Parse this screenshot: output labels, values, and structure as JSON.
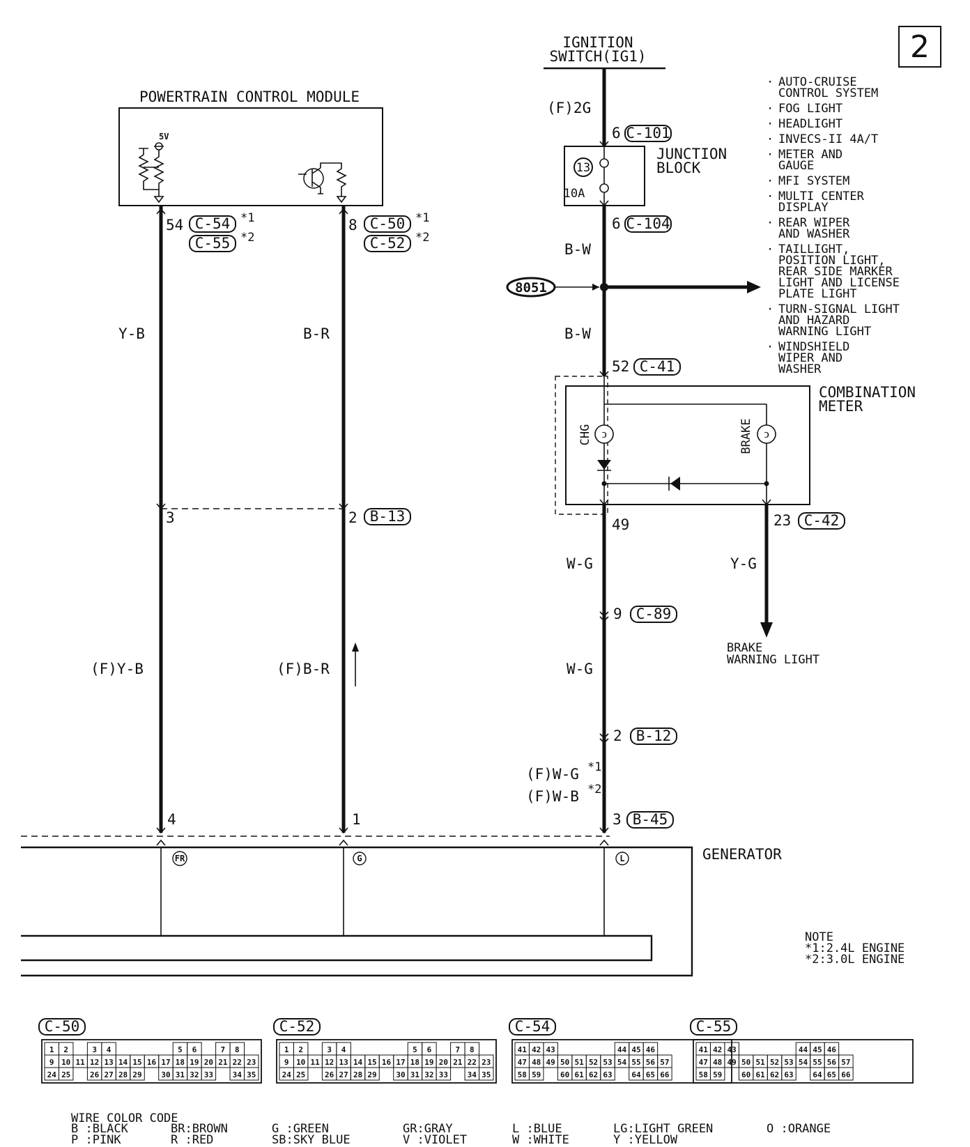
{
  "page_number": "2",
  "ignition": {
    "line1": "IGNITION",
    "line2": "SWITCH(IG1)"
  },
  "pcm": {
    "title": "POWERTRAIN CONTROL MODULE",
    "supply": "5V"
  },
  "junction_block": {
    "line1": "JUNCTION",
    "line2": "BLOCK",
    "fuse_no": "13",
    "fuse_rating": "10A"
  },
  "combination_meter": {
    "line1": "COMBINATION",
    "line2": "METER",
    "lamp_left": "CHG",
    "lamp_right": "BRAKE"
  },
  "generator": {
    "label": "GENERATOR",
    "term_fr": "FR",
    "term_g": "G",
    "term_l": "L"
  },
  "splice": {
    "label": "8051"
  },
  "brake_warning": {
    "line1": "BRAKE",
    "line2": "WARNING LIGHT"
  },
  "systems": [
    [
      "AUTO-CRUISE",
      "CONTROL SYSTEM"
    ],
    [
      "FOG LIGHT"
    ],
    [
      "HEADLIGHT"
    ],
    [
      "INVECS-II 4A/T"
    ],
    [
      "METER AND",
      "GAUGE"
    ],
    [
      "MFI SYSTEM"
    ],
    [
      "MULTI CENTER",
      "DISPLAY"
    ],
    [
      "REAR WIPER",
      "AND WASHER"
    ],
    [
      "TAILLIGHT,",
      "POSITION LIGHT,",
      "REAR SIDE MARKER",
      "LIGHT AND LICENSE",
      "PLATE LIGHT"
    ],
    [
      "TURN-SIGNAL LIGHT",
      "AND HAZARD",
      "WARNING LIGHT"
    ],
    [
      "WINDSHIELD",
      "WIPER AND",
      "WASHER"
    ]
  ],
  "wires": {
    "f2g": "(F)2G",
    "bw1": "B-W",
    "bw2": "B-W",
    "yb": "Y-B",
    "br": "B-R",
    "fyb": "(F)Y-B",
    "fbr": "(F)B-R",
    "wg1": "W-G",
    "wg2": "W-G",
    "yg": "Y-G",
    "fwg": "(F)W-G",
    "fwb": "(F)W-B"
  },
  "superscripts": {
    "s1": "*1",
    "s2": "*2"
  },
  "pins": {
    "p6a": "6",
    "c101": "C-101",
    "p6b": "6",
    "c104": "C-104",
    "p52": "52",
    "c41": "C-41",
    "p49": "49",
    "p23": "23",
    "c42": "C-42",
    "p9": "9",
    "c89": "C-89",
    "p2b": "2",
    "b12": "B-12",
    "p3b": "3",
    "b45": "B-45",
    "p54": "54",
    "c54": "C-54",
    "c55": "C-55",
    "p8": "8",
    "c50": "C-50",
    "c52": "C-52",
    "p3": "3",
    "p2": "2",
    "b13": "B-13",
    "p4": "4",
    "p1": "1"
  },
  "note": {
    "title": "NOTE",
    "line1": "*1:2.4L ENGINE",
    "line2": "*2:3.0L ENGINE"
  },
  "connectors": [
    {
      "id": "C-50",
      "rows": [
        [
          "1",
          "2",
          "",
          "3",
          "4",
          "",
          "",
          "",
          "",
          "5",
          "6",
          "",
          "7",
          "8"
        ],
        [
          "9",
          "10",
          "11",
          "12",
          "13",
          "14",
          "15",
          "16",
          "17",
          "18",
          "19",
          "20",
          "21",
          "22",
          "23"
        ],
        [
          "24",
          "25",
          "",
          "26",
          "27",
          "28",
          "29",
          "",
          "30",
          "31",
          "32",
          "33",
          "",
          "34",
          "35"
        ]
      ]
    },
    {
      "id": "C-52",
      "rows": [
        [
          "1",
          "2",
          "",
          "3",
          "4",
          "",
          "",
          "",
          "",
          "5",
          "6",
          "",
          "7",
          "8"
        ],
        [
          "9",
          "10",
          "11",
          "12",
          "13",
          "14",
          "15",
          "16",
          "17",
          "18",
          "19",
          "20",
          "21",
          "22",
          "23"
        ],
        [
          "24",
          "25",
          "",
          "26",
          "27",
          "28",
          "29",
          "",
          "30",
          "31",
          "32",
          "33",
          "",
          "34",
          "35"
        ]
      ]
    },
    {
      "id": "C-54",
      "rows": [
        [
          "41",
          "42",
          "43",
          "",
          "",
          "",
          "",
          "44",
          "45",
          "46"
        ],
        [
          "47",
          "48",
          "49",
          "50",
          "51",
          "52",
          "53",
          "54",
          "55",
          "56",
          "57"
        ],
        [
          "58",
          "59",
          "",
          "60",
          "61",
          "62",
          "63",
          "",
          "64",
          "65",
          "66"
        ]
      ]
    },
    {
      "id": "C-55",
      "rows": [
        [
          "41",
          "42",
          "43",
          "",
          "",
          "",
          "",
          "44",
          "45",
          "46"
        ],
        [
          "47",
          "48",
          "49",
          "50",
          "51",
          "52",
          "53",
          "54",
          "55",
          "56",
          "57"
        ],
        [
          "58",
          "59",
          "",
          "60",
          "61",
          "62",
          "63",
          "",
          "64",
          "65",
          "66"
        ]
      ]
    }
  ],
  "color_code": {
    "title": "WIRE COLOR CODE",
    "row1": [
      "B :BLACK",
      "BR:BROWN",
      "G :GREEN",
      "GR:GRAY",
      "L :BLUE",
      "LG:LIGHT GREEN",
      "O :ORANGE"
    ],
    "row2": [
      "P :PINK",
      "R :RED",
      "SB:SKY BLUE",
      "V :VIOLET",
      "W :WHITE",
      "Y :YELLOW"
    ]
  }
}
